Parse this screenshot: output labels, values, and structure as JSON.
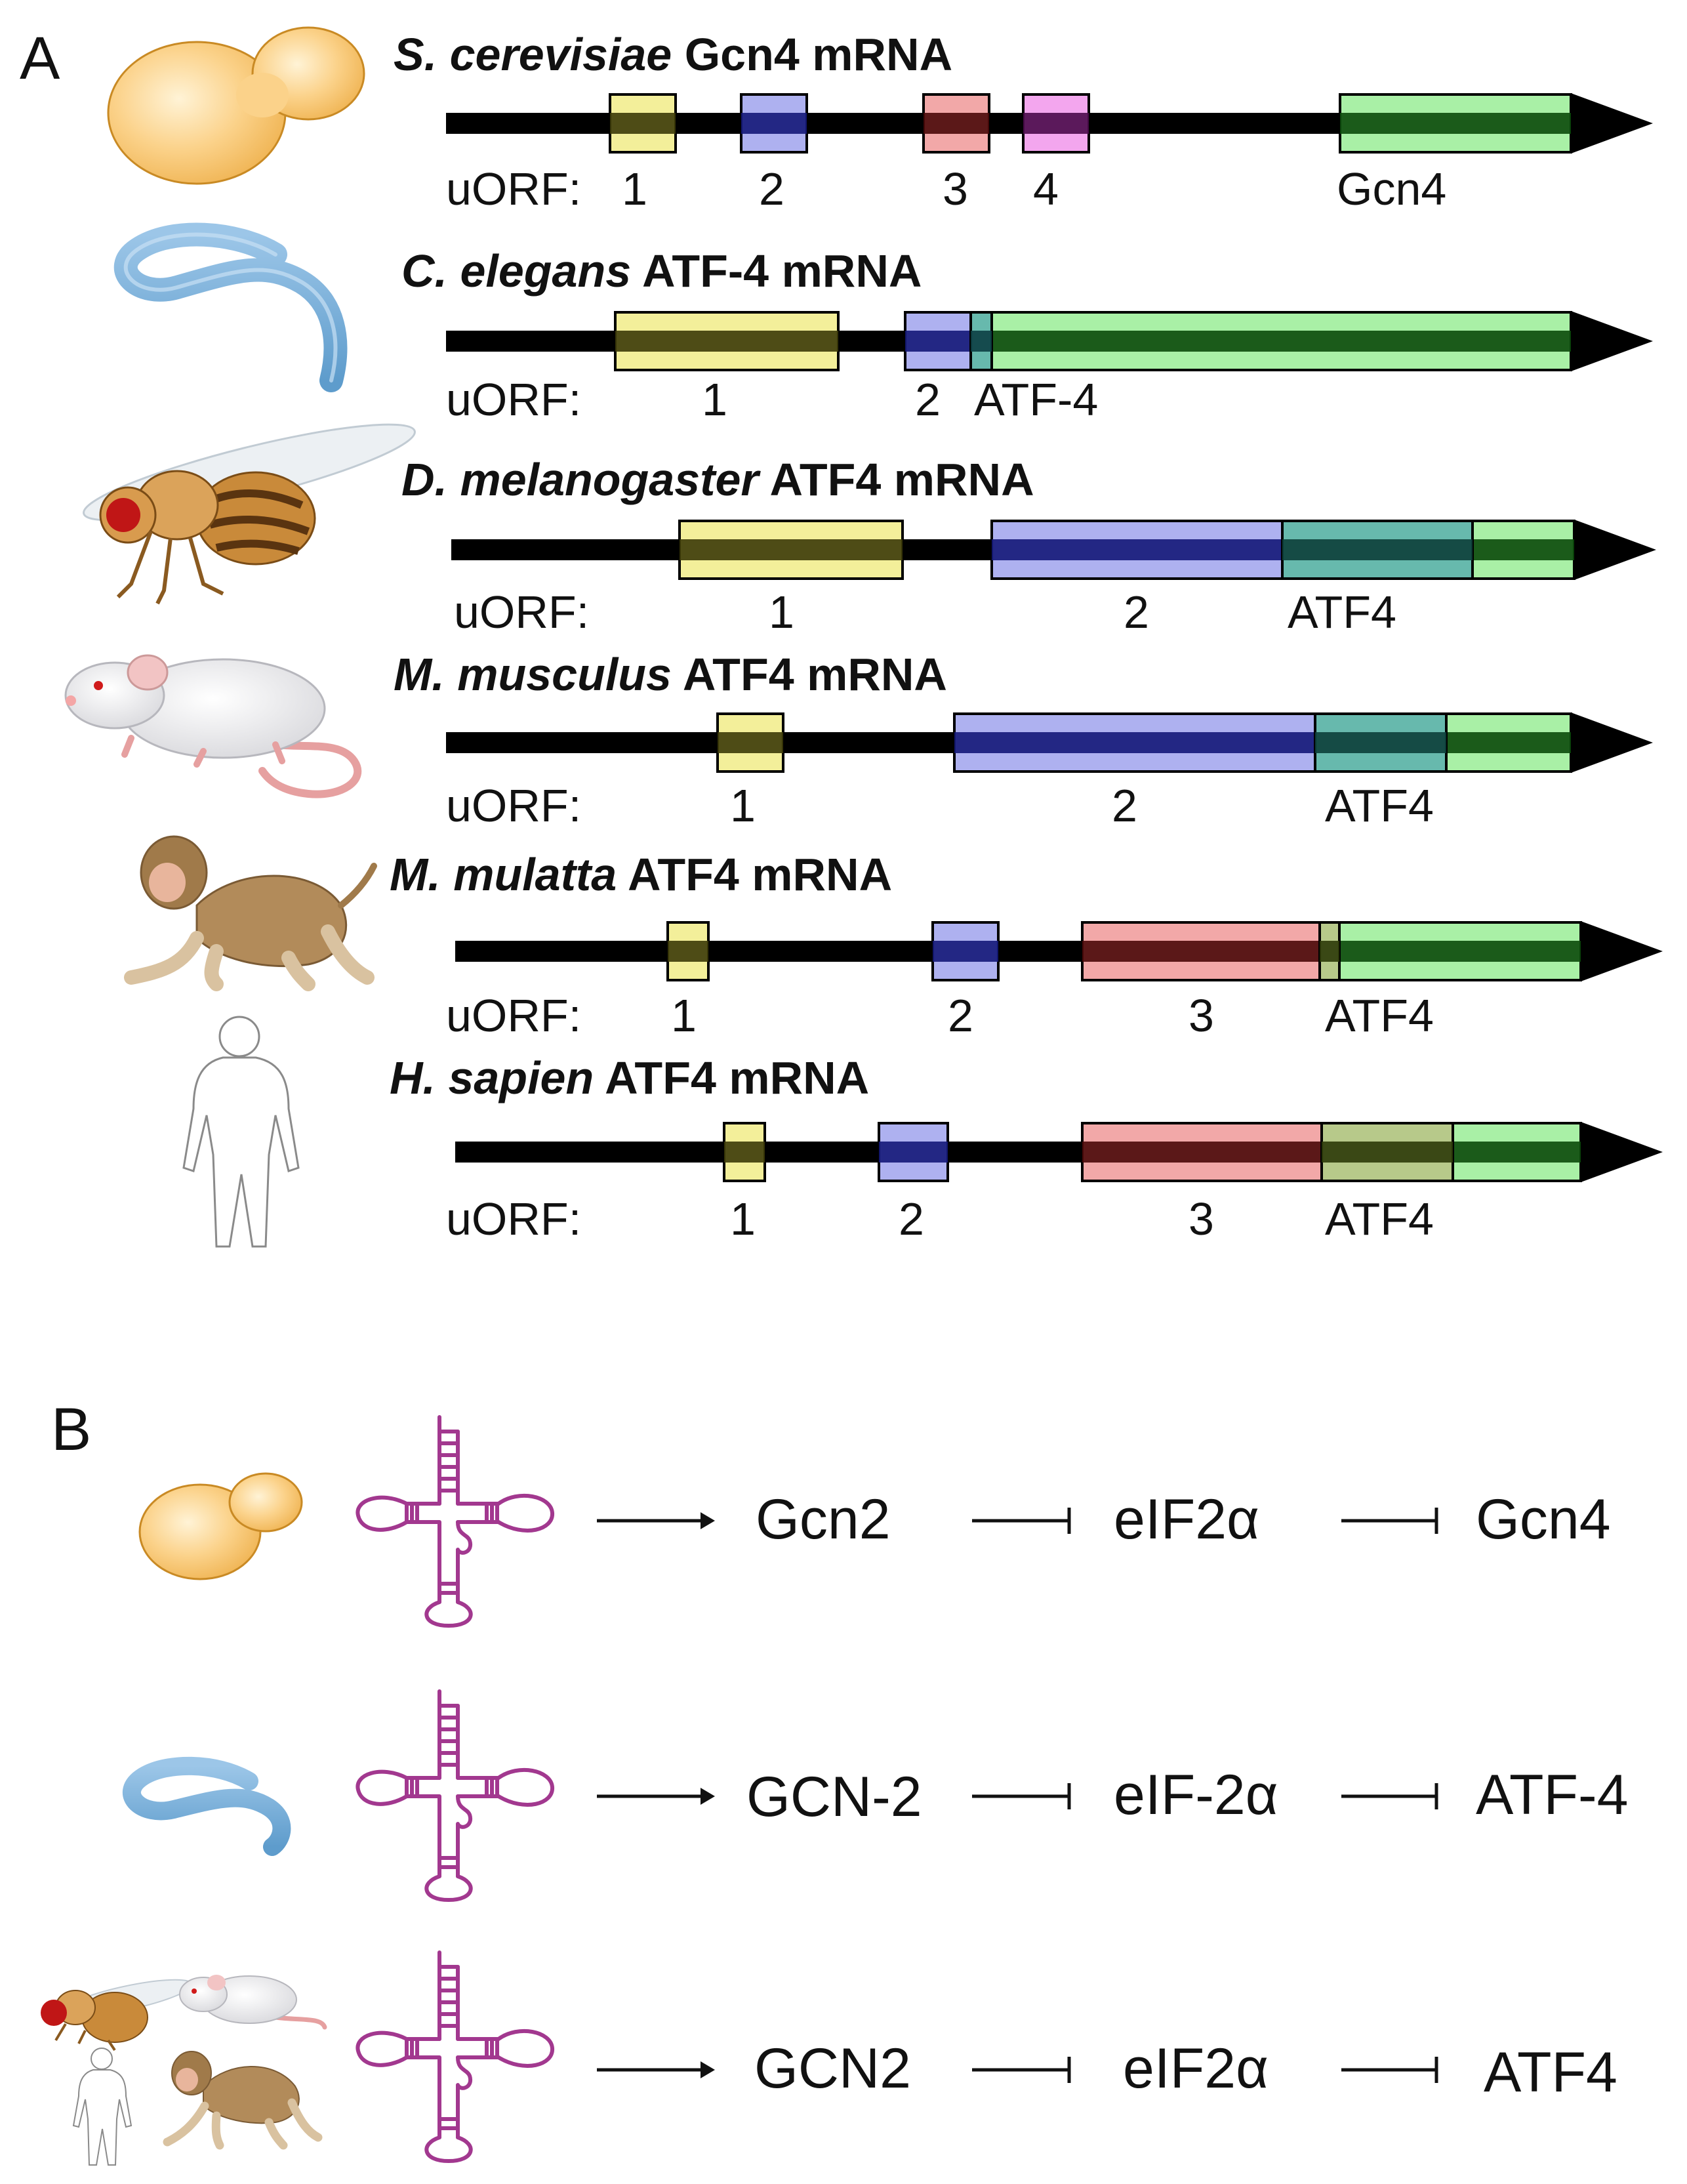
{
  "colors": {
    "uorf_yellow": "#f3ef9a",
    "uorf_blue": "#aeb1f0",
    "uorf_red": "#f2a8a8",
    "uorf_magenta": "#f3a6ee",
    "cds_green": "#a9f0a6",
    "overlap_teal": "#67b9ad",
    "overlap_olive": "#b7c98a",
    "trna_purple": "#a2388f",
    "line_black": "#000000"
  },
  "panel_a": {
    "letter": "A",
    "uorf_prefix": "uORF:",
    "organisms": [
      {
        "icon": "yeast-icon",
        "species": "S. cerevisiae",
        "gene_suffix": "Gcn4 mRNA",
        "uorf_labels": [
          "1",
          "2",
          "3",
          "4"
        ],
        "cds_label": "Gcn4"
      },
      {
        "icon": "worm-icon",
        "species": "C. elegans",
        "gene_suffix": "ATF-4 mRNA",
        "uorf_labels": [
          "1",
          "2"
        ],
        "cds_label": "ATF-4"
      },
      {
        "icon": "fly-icon",
        "species": "D. melanogaster",
        "gene_suffix": "ATF4 mRNA",
        "uorf_labels": [
          "1",
          "2"
        ],
        "cds_label": "ATF4"
      },
      {
        "icon": "mouse-icon",
        "species": "M. musculus",
        "gene_suffix": "ATF4 mRNA",
        "uorf_labels": [
          "1",
          "2"
        ],
        "cds_label": "ATF4"
      },
      {
        "icon": "macaque-icon",
        "species": "M. mulatta",
        "gene_suffix": "ATF4 mRNA",
        "uorf_labels": [
          "1",
          "2",
          "3"
        ],
        "cds_label": "ATF4"
      },
      {
        "icon": "human-icon",
        "species": "H. sapien",
        "gene_suffix": "ATF4 mRNA",
        "uorf_labels": [
          "1",
          "2",
          "3"
        ],
        "cds_label": "ATF4"
      }
    ]
  },
  "panel_b": {
    "letter": "B",
    "pathways": [
      {
        "icons": [
          "yeast-icon"
        ],
        "trna_icon": "trna-icon",
        "kinase": "Gcn2",
        "factor": "eIF2α",
        "target": "Gcn4"
      },
      {
        "icons": [
          "worm-icon"
        ],
        "trna_icon": "trna-icon",
        "kinase": "GCN-2",
        "factor": "eIF-2α",
        "target": "ATF-4"
      },
      {
        "icons": [
          "fly-icon",
          "mouse-icon",
          "human-icon",
          "macaque-icon"
        ],
        "trna_icon": "trna-icon",
        "kinase": "GCN2",
        "factor": "eIF2α",
        "target": "ATF4"
      }
    ]
  }
}
